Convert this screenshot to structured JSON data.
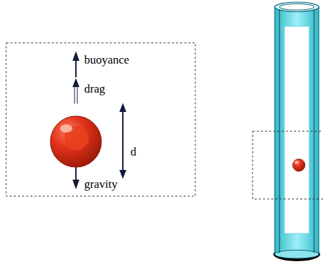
{
  "diagram": {
    "labels": [
      "buoyance",
      "drag",
      "d",
      "gravity"
    ]
  }
}
